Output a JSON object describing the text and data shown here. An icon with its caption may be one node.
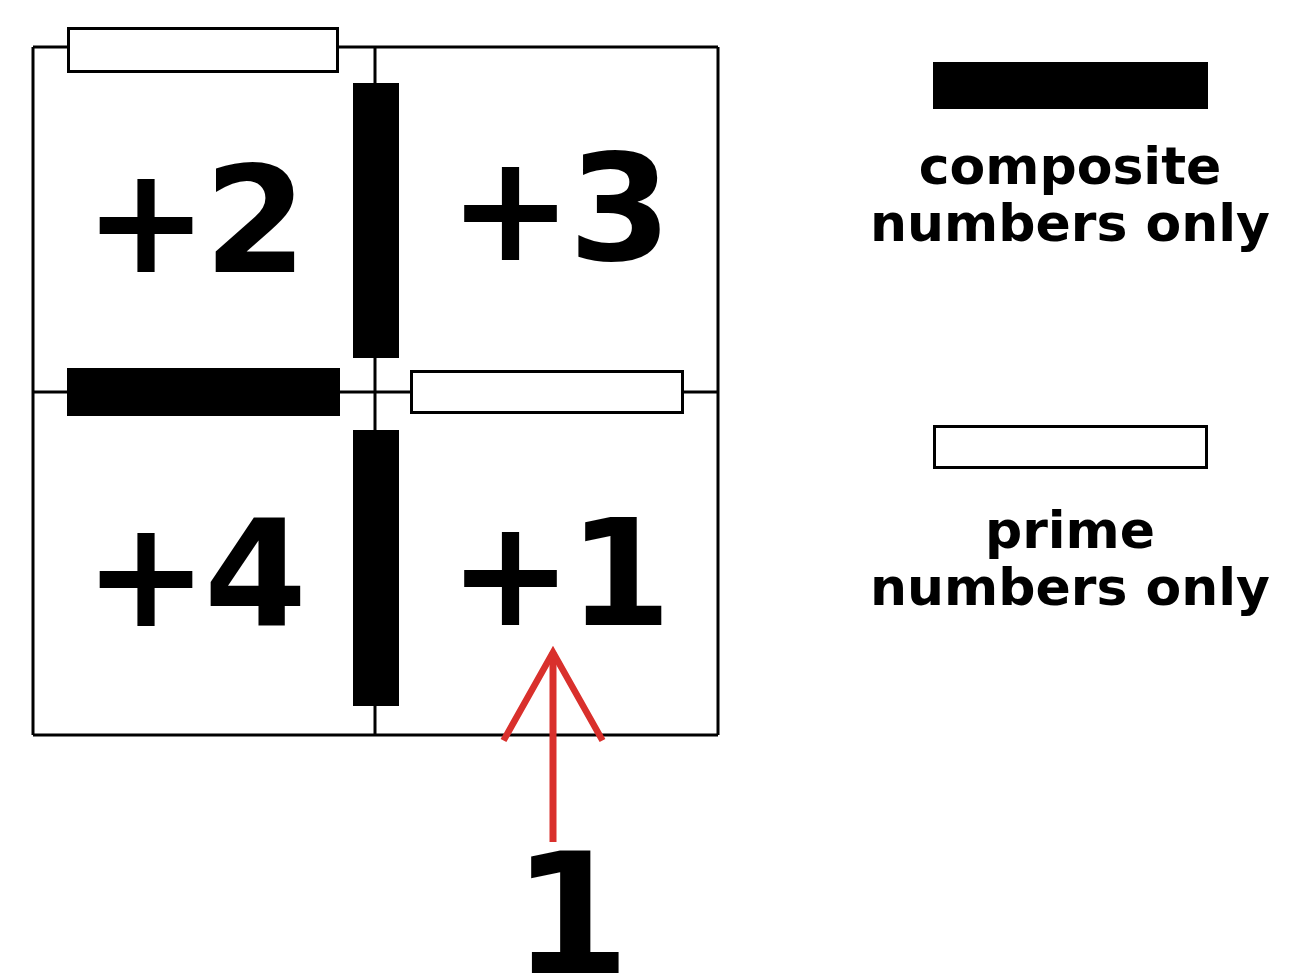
{
  "diagram": {
    "nodes": [
      {
        "text": [
          "+2"
        ]
      },
      {
        "text": [
          "+3"
        ]
      },
      {
        "text": [
          "+4"
        ]
      },
      {
        "text": [
          "+1"
        ]
      },
      {
        "text": [],
        "shape": "bar"
      },
      {
        "text": [],
        "shape": "bar"
      },
      {
        "text": [],
        "shape": "bar"
      },
      {
        "text": [],
        "shape": "bar"
      },
      {
        "text": [],
        "shape": "bar"
      },
      {
        "text": [
          "1"
        ]
      }
    ],
    "edges": [
      {
        "from": 9,
        "to": 3,
        "arrow": "to",
        "color": "#d9302c"
      }
    ],
    "legend": [
      {
        "text": "composite numbers only",
        "color": "#000000"
      },
      {
        "text": "prime numbers only",
        "color": "#ffffff"
      }
    ]
  }
}
